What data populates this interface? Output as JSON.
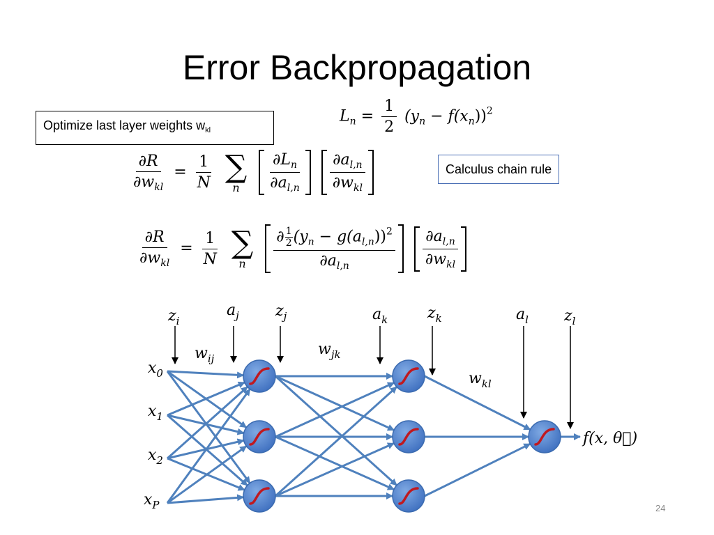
{
  "title": "Error Backpropagation",
  "optimize_box": {
    "text": "Optimize last layer weights w",
    "sub": "kl"
  },
  "chain_rule_box": "Calculus chain rule",
  "page_number": "24",
  "eq_loss": {
    "lhs": "L",
    "lhs_sub": "n",
    "equals": "=",
    "frac_num": "1",
    "frac_den": "2",
    "rhs": "(y",
    "rhs_sub": "n",
    "rhs2": " − f(x",
    "rhs_sub2": "n",
    "rhs3": "))",
    "power": "2"
  },
  "eq1": {
    "lhs_num": "∂R",
    "lhs_den": "∂w",
    "lhs_den_sub": "kl",
    "equals": "=",
    "c_num": "1",
    "c_den": "N",
    "sum_sub": "n",
    "b1_num": "∂L",
    "b1_num_sub": "n",
    "b1_den": "∂a",
    "b1_den_sub": "l,n",
    "b2_num": "∂a",
    "b2_num_sub": "l,n",
    "b2_den": "∂w",
    "b2_den_sub": "kl"
  },
  "eq2": {
    "lhs_num": "∂R",
    "lhs_den": "∂w",
    "lhs_den_sub": "kl",
    "equals": "=",
    "c_num": "1",
    "c_den": "N",
    "sum_sub": "n",
    "b1_num_pre": "∂",
    "b1_half_num": "1",
    "b1_half_den": "2",
    "b1_num_post": "(y",
    "b1_num_sub": "n",
    "b1_num_post2": " − g(a",
    "b1_num_sub2": "l,n",
    "b1_num_post3": "))",
    "b1_num_pow": "2",
    "b1_den": "∂a",
    "b1_den_sub": "l,n",
    "b2_num": "∂a",
    "b2_num_sub": "l,n",
    "b2_den": "∂w",
    "b2_den_sub": "kl"
  },
  "network": {
    "input_labels": [
      {
        "base": "x",
        "sub": "0"
      },
      {
        "base": "x",
        "sub": "1"
      },
      {
        "base": "x",
        "sub": "2"
      },
      {
        "base": "x",
        "sub": "P"
      }
    ],
    "top_labels": [
      {
        "base": "z",
        "sub": "i"
      },
      {
        "base": "a",
        "sub": "j"
      },
      {
        "base": "z",
        "sub": "j"
      },
      {
        "base": "a",
        "sub": "k"
      },
      {
        "base": "z",
        "sub": "k"
      },
      {
        "base": "a",
        "sub": "l"
      },
      {
        "base": "z",
        "sub": "l"
      }
    ],
    "weight_labels": [
      {
        "base": "w",
        "sub": "ij"
      },
      {
        "base": "w",
        "sub": "jk"
      },
      {
        "base": "w",
        "sub": "kl"
      }
    ],
    "output_label": "f(x, θ⃗)",
    "colors": {
      "edge": "#4f81bd",
      "node_fill": "#4a7ec9",
      "node_stroke": "#3b6bb0",
      "sigmoid": "#c0191f"
    }
  }
}
